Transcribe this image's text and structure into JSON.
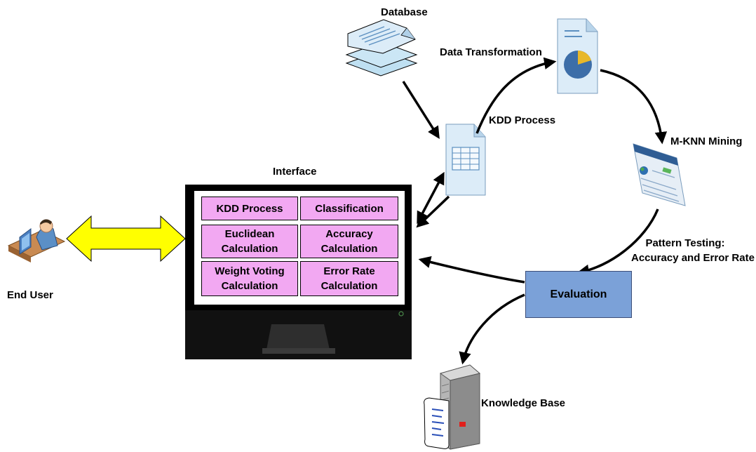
{
  "labels": {
    "database": "Database",
    "data_transformation": "Data Transformation",
    "kdd_process": "KDD Process",
    "mknn_mining": "M-KNN Mining",
    "interface": "Interface",
    "pattern_testing": "Pattern Testing:",
    "accuracy_error_rate": "Accuracy and Error Rate",
    "evaluation": "Evaluation",
    "knowledge_base": "Knowledge Base",
    "end_user": "End User"
  },
  "interface_modules": [
    {
      "line1": "KDD Process",
      "line2": ""
    },
    {
      "line1": "Classification",
      "line2": ""
    },
    {
      "line1": "Euclidean",
      "line2": "Calculation"
    },
    {
      "line1": "Accuracy",
      "line2": "Calculation"
    },
    {
      "line1": "Weight Voting",
      "line2": "Calculation"
    },
    {
      "line1": "Error Rate",
      "line2": "Calculation"
    }
  ],
  "colors": {
    "module_fill": "#f2a8f2",
    "evaluation_fill": "#7ba1d8",
    "user_arrow_fill": "#ffff00",
    "monitor_frame": "#000000",
    "document_fill": "#dcecf8"
  },
  "icons": {
    "database": "stacked-documents-icon",
    "data_transformation": "pie-chart-document-icon",
    "kdd_table": "table-document-icon",
    "mknn_mining": "web-page-icon",
    "knowledge_base": "server-icon",
    "end_user": "user-at-computer-icon"
  }
}
